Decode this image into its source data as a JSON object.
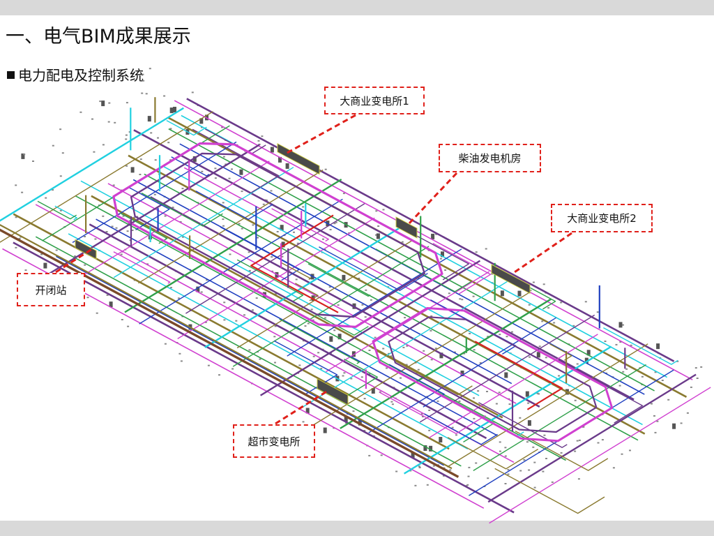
{
  "page": {
    "title": "一、电气BIM成果展示",
    "subtitle": "电力配电及控制系统"
  },
  "callouts": {
    "big_substation_1": "大商业变电所1",
    "diesel_room": "柴油发电机房",
    "big_substation_2": "大商业变电所2",
    "switching_station": "开闭站",
    "supermarket_substation": "超市变电所"
  },
  "colors": {
    "callout_border": "#e0201a",
    "cable_magenta": "#d040d0",
    "cable_purple": "#6a3a8a",
    "cable_cyan": "#20d0e0",
    "cable_green": "#2fa04a",
    "cable_olive": "#8a7a30",
    "cable_red": "#d82020",
    "cable_blue": "#2040c0",
    "header_bar": "#d9d9d9"
  }
}
